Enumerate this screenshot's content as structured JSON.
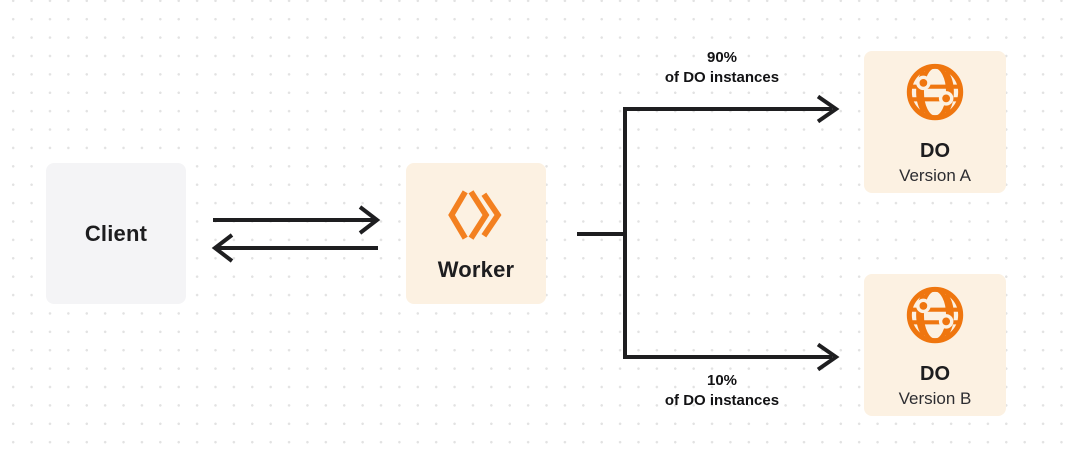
{
  "nodes": {
    "client": {
      "label": "Client"
    },
    "worker": {
      "label": "Worker"
    },
    "do_version_a": {
      "title": "DO",
      "subtitle": "Version A"
    },
    "do_version_b": {
      "title": "DO",
      "subtitle": "Version B"
    }
  },
  "edges": {
    "top_split": {
      "percent": "90%",
      "caption": "of DO instances"
    },
    "bottom_split": {
      "percent": "10%",
      "caption": "of DO instances"
    }
  },
  "icons": {
    "worker": "cloudflare-workers-logo",
    "durable_object": "globe"
  },
  "colors": {
    "accent_orange": "#f38020",
    "globe_orange": "#ef760f",
    "node_cream": "#fcf1e2",
    "node_gray": "#f4f4f6",
    "connector_dark": "#1e1e20",
    "dot_grid": "#e2e2e2"
  }
}
